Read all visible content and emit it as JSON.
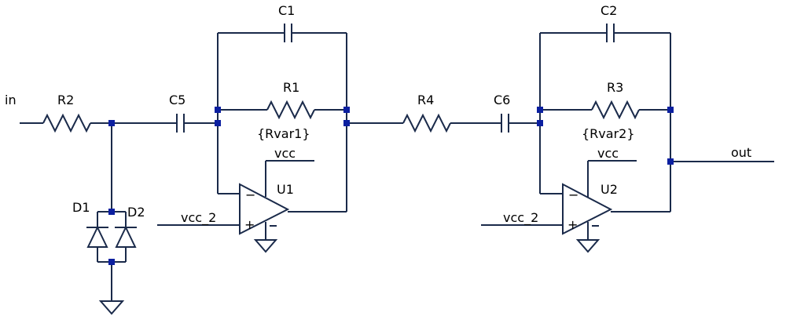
{
  "components": {
    "R1": {
      "ref": "R1",
      "value": "{Rvar1}"
    },
    "R2": {
      "ref": "R2"
    },
    "R3": {
      "ref": "R3",
      "value": "{Rvar2}"
    },
    "R4": {
      "ref": "R4"
    },
    "C1": {
      "ref": "C1"
    },
    "C2": {
      "ref": "C2"
    },
    "C5": {
      "ref": "C5"
    },
    "C6": {
      "ref": "C6"
    },
    "D1": {
      "ref": "D1"
    },
    "D2": {
      "ref": "D2"
    },
    "U1": {
      "ref": "U1"
    },
    "U2": {
      "ref": "U2"
    }
  },
  "nets": {
    "in": "in",
    "out": "out",
    "vcc_u1": "vcc",
    "vcc_u2": "vcc",
    "vcc2_u1": "vcc_2",
    "vcc2_u2": "vcc_2"
  },
  "opamp_pins": {
    "minus": "−",
    "plus": "+"
  }
}
